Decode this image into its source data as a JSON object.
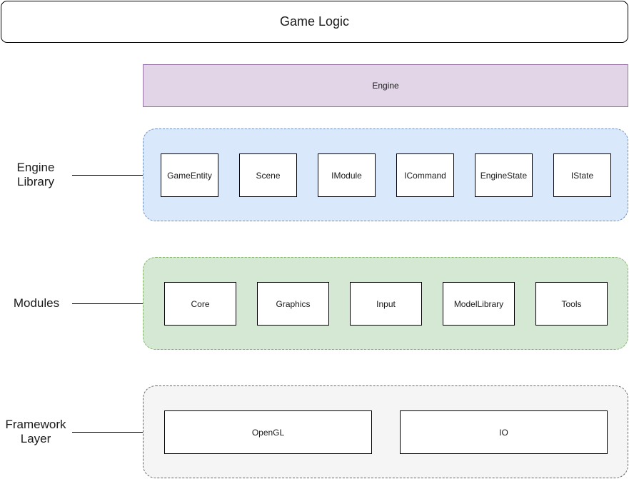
{
  "game_logic": {
    "label": "Game Logic"
  },
  "engine": {
    "label": "Engine"
  },
  "engine_library": {
    "label_line1": "Engine",
    "label_line2": "Library",
    "items": [
      "GameEntity",
      "Scene",
      "IModule",
      "ICommand",
      "EngineState",
      "IState"
    ]
  },
  "modules": {
    "label": "Modules",
    "items": [
      "Core",
      "Graphics",
      "Input",
      "ModelLibrary",
      "Tools"
    ]
  },
  "framework": {
    "label_line1": "Framework",
    "label_line2": "Layer",
    "items": [
      "OpenGL",
      "IO"
    ]
  },
  "colors": {
    "engine_fill": "#e1d5e7",
    "engine_stroke": "#9673a6",
    "engine_library_fill": "#dae8fc",
    "engine_library_stroke": "#6c8ebf",
    "modules_fill": "#d5e8d4",
    "modules_stroke": "#82b366",
    "framework_fill": "#f5f5f5",
    "framework_stroke": "#666666"
  }
}
